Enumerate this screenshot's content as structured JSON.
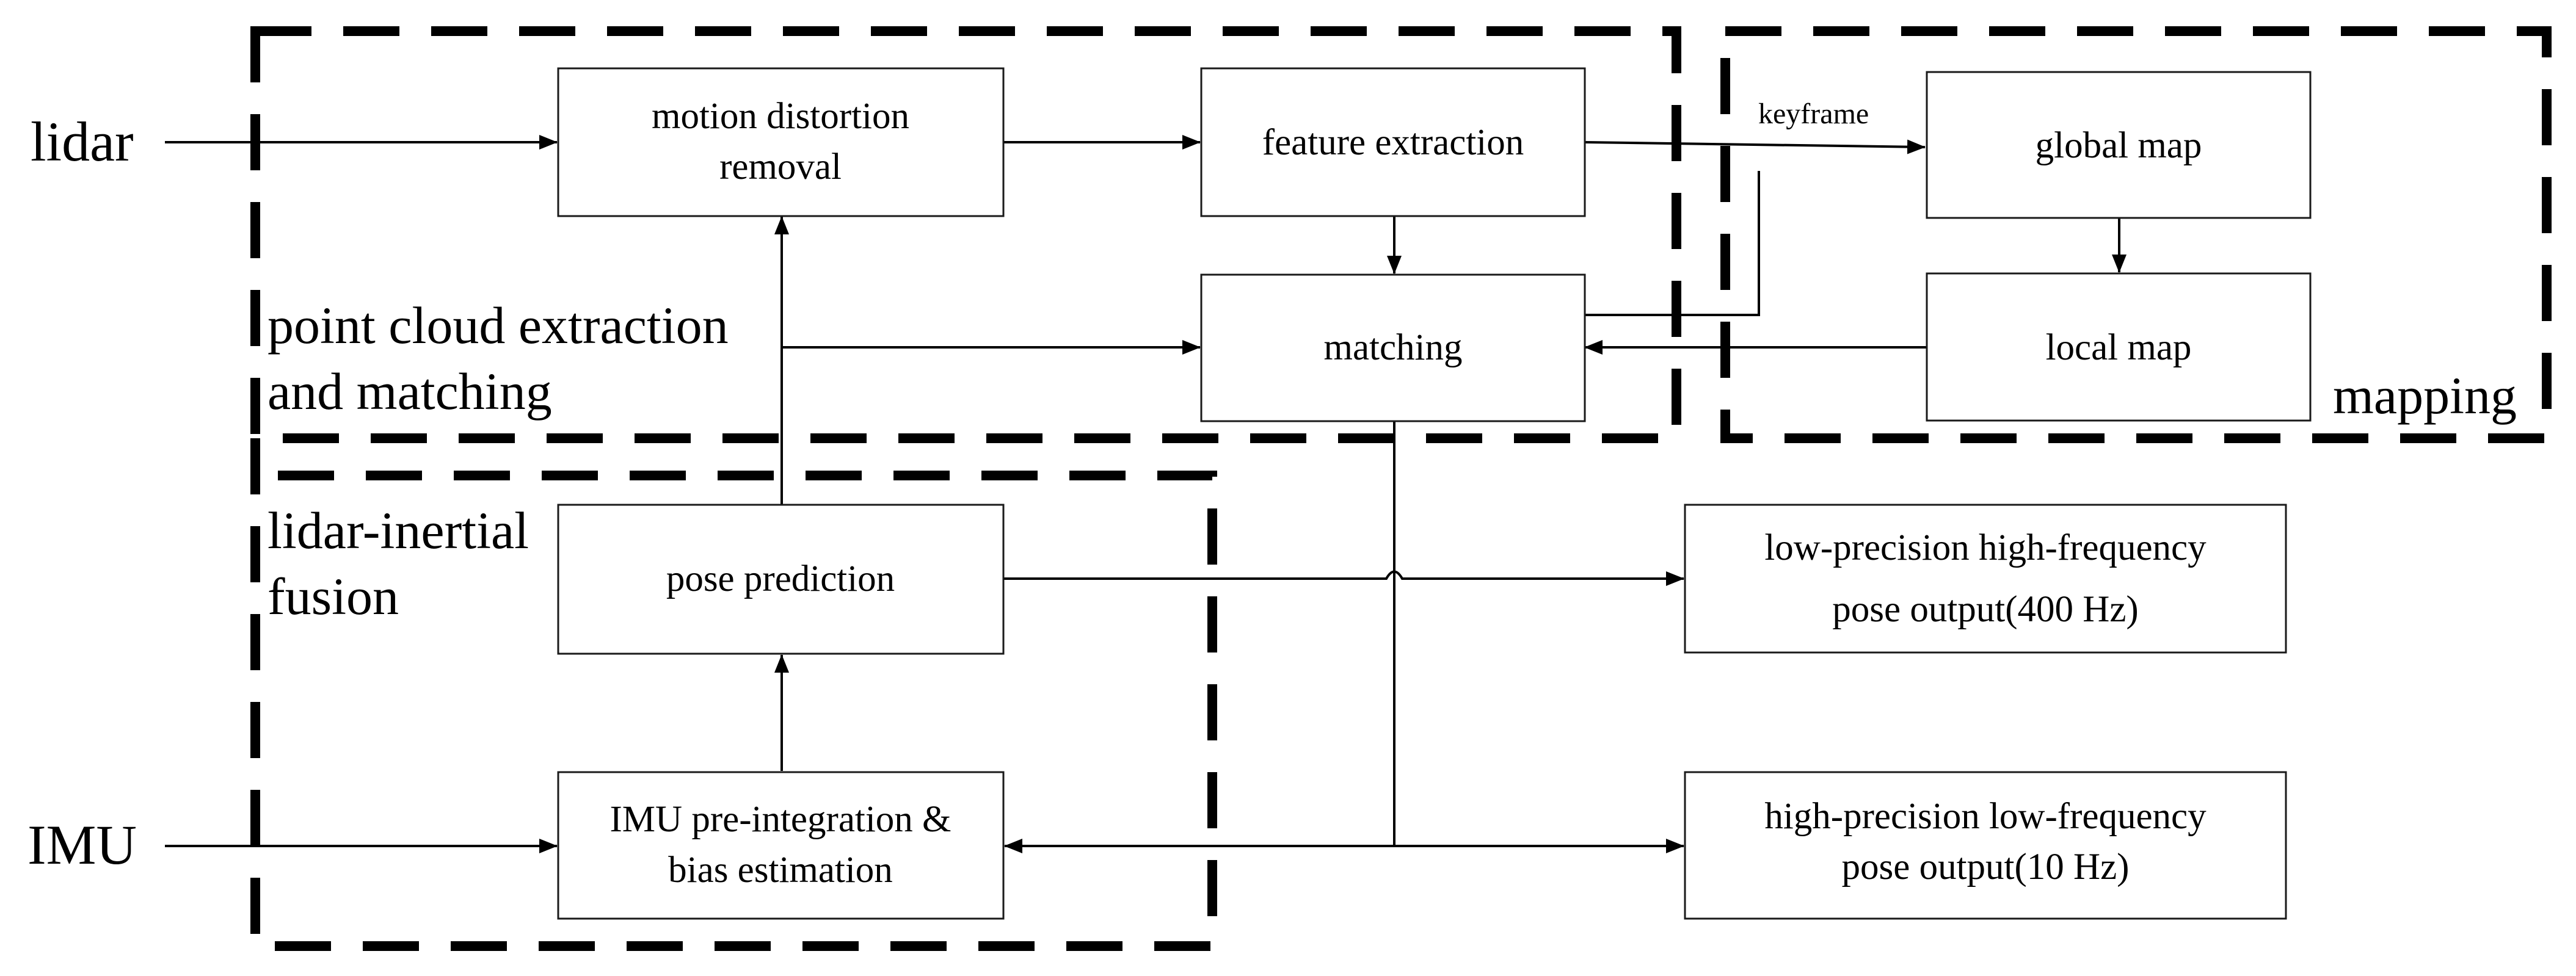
{
  "inputs": {
    "lidar": "lidar",
    "imu": "IMU"
  },
  "regions": {
    "extraction": {
      "line1": "point cloud extraction",
      "line2": "and matching"
    },
    "fusion": {
      "line1": "lidar-inertial",
      "line2": "fusion"
    },
    "mapping": {
      "line1": "mapping"
    }
  },
  "boxes": {
    "motion_distortion": {
      "line1": "motion distortion",
      "line2": "removal"
    },
    "feature_extraction": {
      "line1": "feature extraction"
    },
    "matching": {
      "line1": "matching"
    },
    "global_map": {
      "line1": "global map"
    },
    "local_map": {
      "line1": "local map"
    },
    "pose_prediction": {
      "line1": "pose prediction"
    },
    "imu_preintegration": {
      "line1": "IMU pre-integration &",
      "line2": "bias estimation"
    },
    "low_precision_output": {
      "line1": "low-precision high-frequency",
      "line2": "pose output(400 Hz)"
    },
    "high_precision_output": {
      "line1": "high-precision low-frequency",
      "line2": "pose output(10 Hz)"
    }
  },
  "edge_labels": {
    "keyframe": "keyframe"
  }
}
